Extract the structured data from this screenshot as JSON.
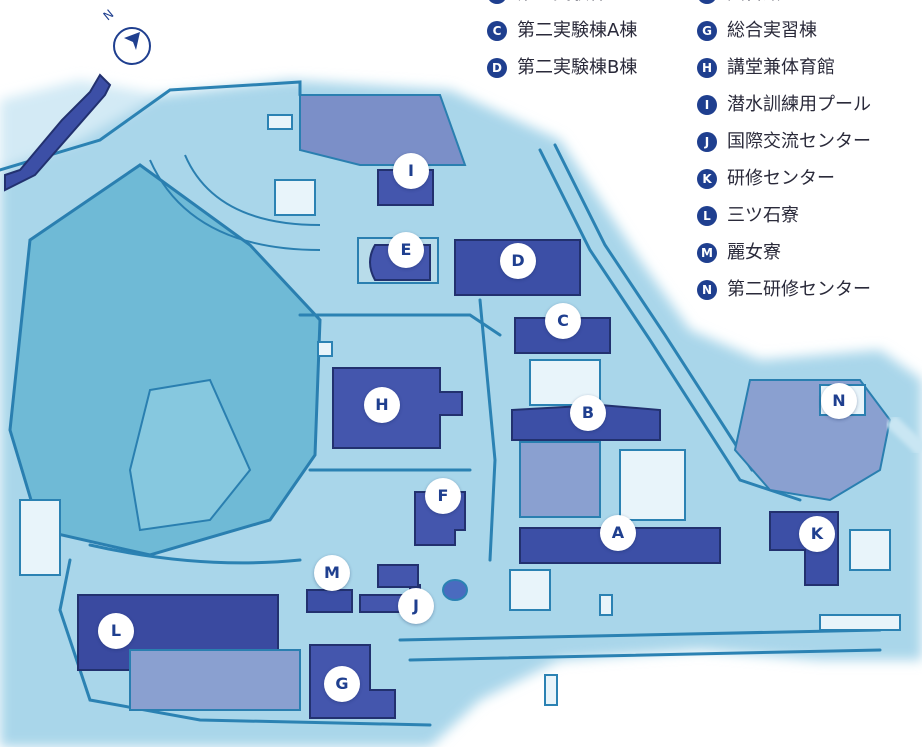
{
  "colors": {
    "water_light": "#d6ecf6",
    "ground": "#9fd3e8",
    "field": "#6fb9d4",
    "road": "#e6f3fa",
    "outline": "#2a7fb0",
    "building": "#3c4fa6",
    "building_light": "#5565b3",
    "badge": "#1f3f8f"
  },
  "legend": {
    "col1": [
      {
        "letter": "B",
        "name": "第一実験棟"
      },
      {
        "letter": "C",
        "name": "第二実験棟A棟"
      },
      {
        "letter": "D",
        "name": "第二実験棟B棟"
      }
    ],
    "col2": [
      {
        "letter": "F",
        "name": "図書館"
      },
      {
        "letter": "G",
        "name": "総合実習棟"
      },
      {
        "letter": "H",
        "name": "講堂兼体育館"
      },
      {
        "letter": "I",
        "name": "潜水訓練用プール"
      },
      {
        "letter": "J",
        "name": "国際交流センター"
      },
      {
        "letter": "K",
        "name": "研修センター"
      },
      {
        "letter": "L",
        "name": "三ツ石寮"
      },
      {
        "letter": "M",
        "name": "麗女寮"
      },
      {
        "letter": "N",
        "name": "第二研修センター"
      }
    ]
  },
  "markers": {
    "A": "A",
    "B": "B",
    "C": "C",
    "D": "D",
    "E": "E",
    "F": "F",
    "G": "G",
    "H": "H",
    "I": "I",
    "J": "J",
    "K": "K",
    "L": "L",
    "M": "M",
    "N": "N"
  },
  "compass": {
    "letter": "N",
    "icon": "north-arrow-icon"
  }
}
